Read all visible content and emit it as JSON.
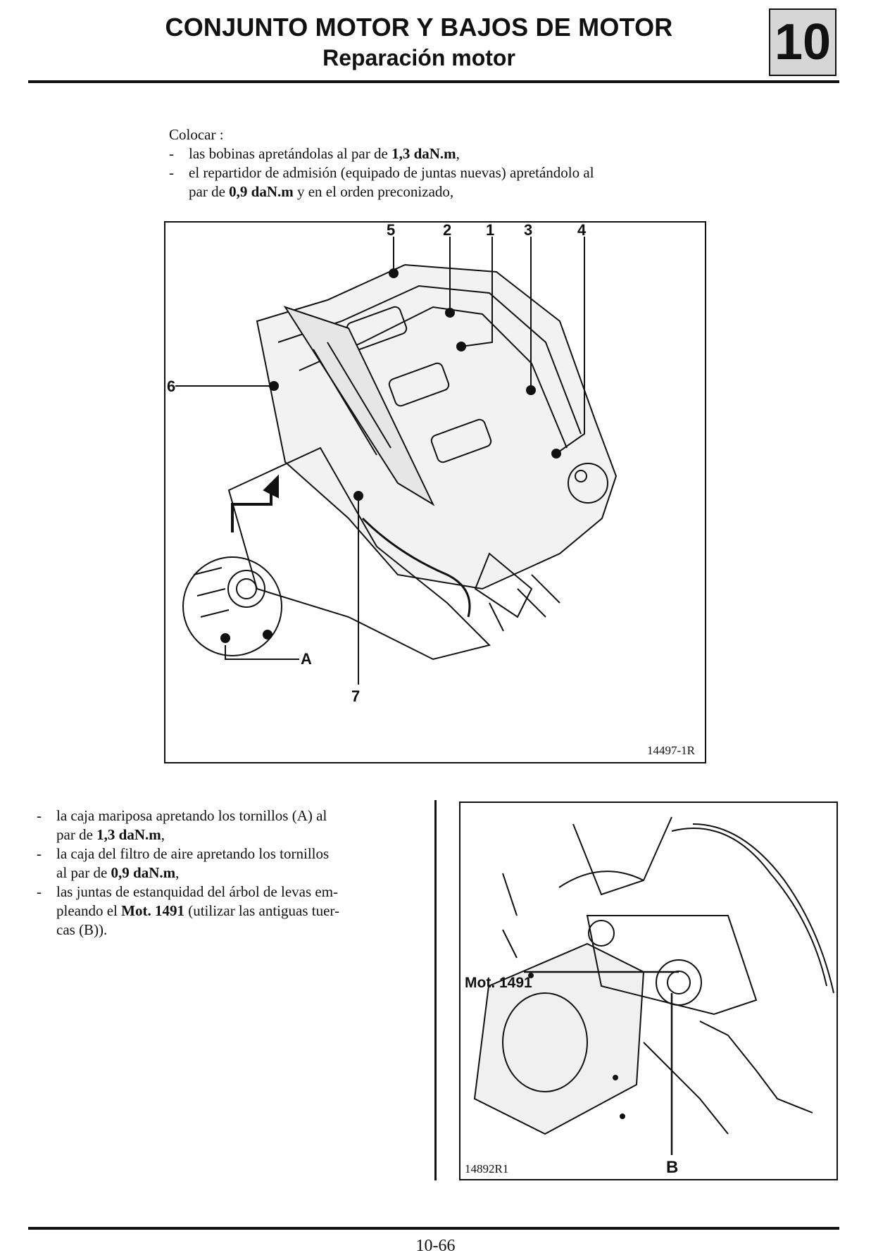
{
  "header": {
    "title": "CONJUNTO MOTOR Y BAJOS DE MOTOR",
    "subtitle": "Reparación motor",
    "section": "10"
  },
  "intro": {
    "lead": "Colocar :",
    "items": [
      {
        "text": "las bobinas apretándolas al par de ",
        "bold": "1,3 daN.m",
        "tail": ","
      },
      {
        "text1": "el repartidor de admisión (equipado de juntas nuevas) apretándolo al",
        "text2": "par de ",
        "bold": "0,9 daN.m",
        "tail": " y en el orden preconizado,"
      }
    ]
  },
  "figure1": {
    "ref": "14497-1R",
    "callouts": [
      "5",
      "2",
      "1",
      "3",
      "4",
      "6",
      "A",
      "7"
    ]
  },
  "steps": [
    {
      "line1": "la caja mariposa apretando los tornillos (A) al",
      "pre": "par de ",
      "bold": "1,3 daN.m",
      "tail": ","
    },
    {
      "line1": "la caja del filtro de aire apretando los tornillos",
      "pre": "al par de ",
      "bold": "0,9 daN.m",
      "tail": ","
    },
    {
      "line1": "las juntas de estanquidad del árbol de levas em-",
      "pre": "pleando el ",
      "bold": "Mot. 1491",
      "tail": " (utilizar las antiguas tuer-",
      "line3": "cas (B))."
    }
  ],
  "figure2": {
    "ref": "14892R1",
    "tool_label": "Mot. 1491",
    "callout_b": "B"
  },
  "footer": {
    "page": "10-66"
  }
}
